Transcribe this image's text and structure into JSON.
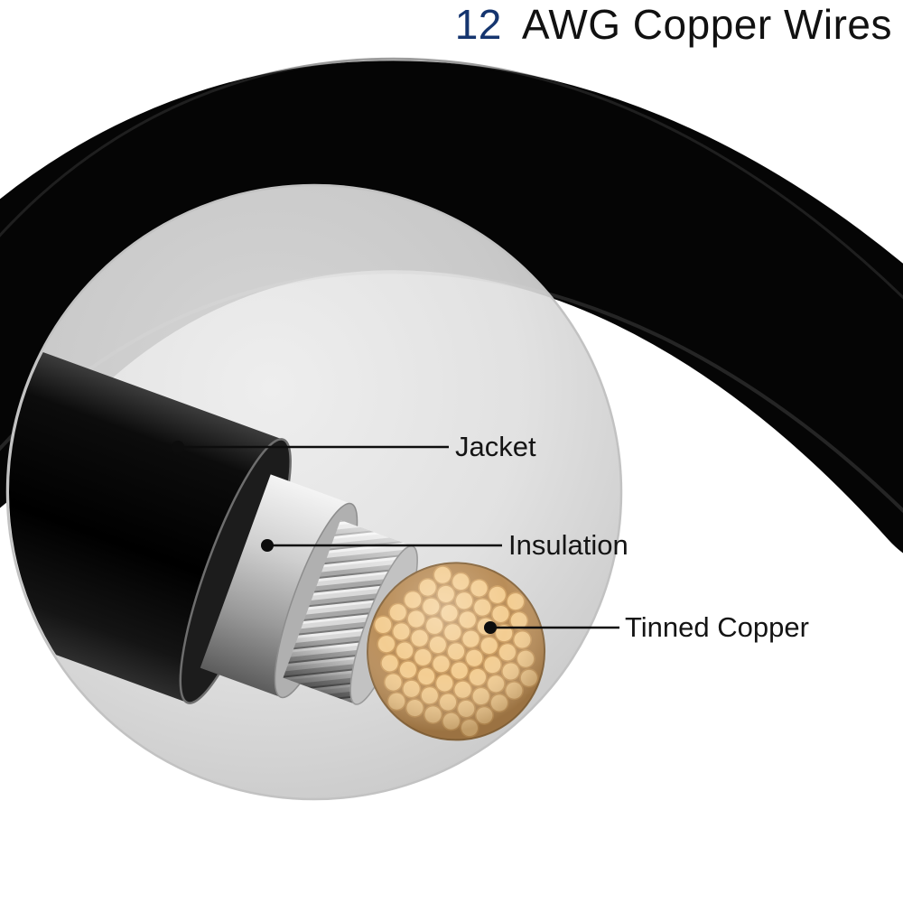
{
  "title": {
    "gauge": "12",
    "text": "AWG Copper Wires"
  },
  "callouts": {
    "jacket": "Jacket",
    "insulation": "Insulation",
    "tinned_copper": "Tinned Copper"
  },
  "colors": {
    "title_accent": "#15356f",
    "title_main": "#111111",
    "label_text": "#141414",
    "cable_jacket": "#050505",
    "insulation_gray": "#bfbfbf",
    "shield_silver": "#dcdcdc",
    "copper": "#f3cd92",
    "copper_edge": "#cfa165",
    "copper_gap": "#b98d58",
    "lens_gray": "#d9d9d9"
  }
}
